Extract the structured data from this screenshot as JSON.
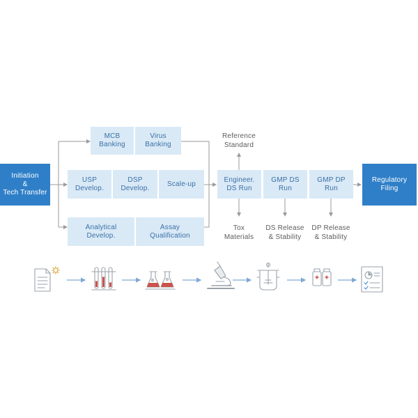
{
  "nodes": {
    "initiation": "Initiation\n&\nTech Transfer",
    "mcb": "MCB\nBanking",
    "virus": "Virus\nBanking",
    "usp": "USP\nDevelop.",
    "dsp": "DSP\nDevelop.",
    "scaleup": "Scale-up",
    "analytical": "Analytical\nDevelop.",
    "assay": "Assay\nQualification",
    "engineer": "Engineer.\nDS Run",
    "gmp_ds": "GMP DS\nRun",
    "gmp_dp": "GMP DP\nRun",
    "regulatory": "Regulatory\nFiling"
  },
  "outputs": {
    "reference": "Reference\nStandard",
    "tox": "Tox\nMaterials",
    "ds_release": "DS Release\n& Stability",
    "dp_release": "DP Release\n& Stability"
  },
  "icons": [
    "document-gear-icon",
    "test-tubes-icon",
    "flasks-icon",
    "microscope-icon",
    "bioreactor-icon",
    "vials-icon",
    "report-icon"
  ],
  "colors": {
    "accent": "#2f7fc8",
    "light_box": "#d9e9f6",
    "light_box_text": "#3b6fa6",
    "line": "#9a9a9a",
    "icon_stroke": "#9aa3ab",
    "arrow": "#7fa9d4"
  }
}
